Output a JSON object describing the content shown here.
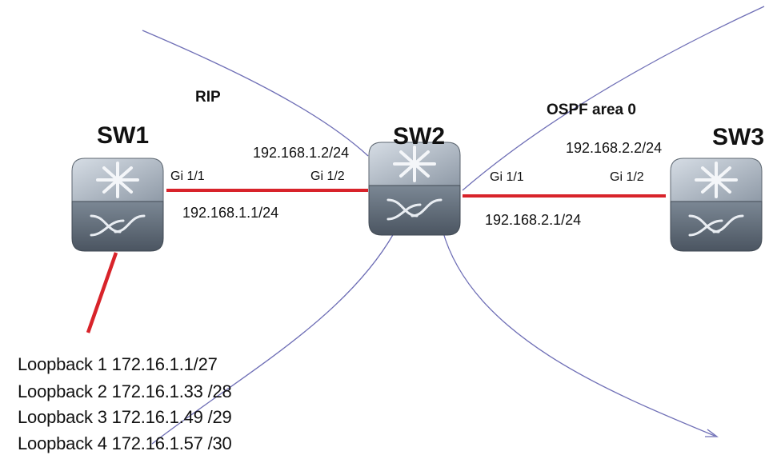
{
  "colors": {
    "link": "#d8232a",
    "boundary": "#6f6fb6",
    "device_top": "#b7bfc9",
    "device_side": "#5f6a77"
  },
  "protocols": {
    "left": "RIP",
    "right": "OSPF area 0"
  },
  "switches": [
    {
      "name": "SW1",
      "icon": "l3-switch-icon"
    },
    {
      "name": "SW2",
      "icon": "l3-switch-icon"
    },
    {
      "name": "SW3",
      "icon": "l3-switch-icon"
    }
  ],
  "links": {
    "sw1_sw2": {
      "sw1_port": "Gi 1/1",
      "sw1_ip": "192.168.1.1/24",
      "sw2_port": "Gi 1/2",
      "sw2_ip": "192.168.1.2/24"
    },
    "sw2_sw3": {
      "sw2_port": "Gi 1/1",
      "sw2_ip": "192.168.2.1/24",
      "sw3_port": "Gi 1/2",
      "sw3_ip": "192.168.2.2/24"
    }
  },
  "loopbacks": [
    "Loopback 1 172.16.1.1/27",
    "Loopback 2 172.16.1.33 /28",
    "Loopback 3 172.16.1.49 /29",
    "Loopback 4 172.16.1.57 /30"
  ]
}
